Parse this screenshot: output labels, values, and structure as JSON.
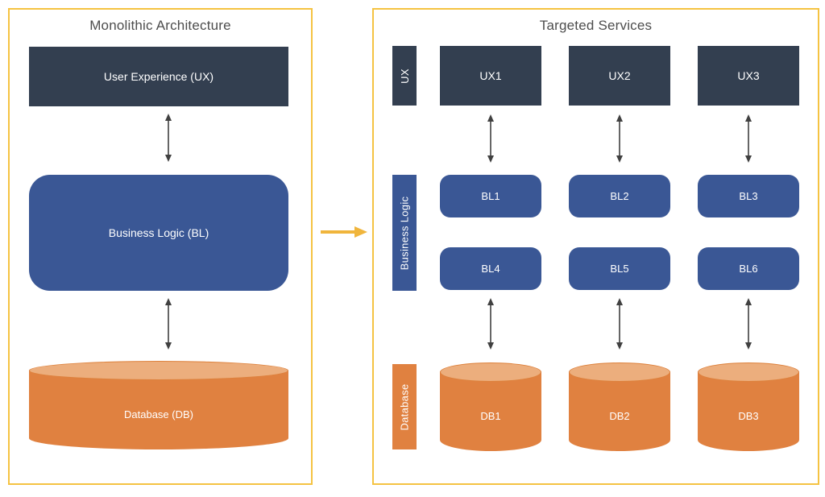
{
  "colors": {
    "panel_border_gold": "#F5C342",
    "transform_arrow_gold": "#F0B53C",
    "ux_dark_navy": "#333F50",
    "bl_blue": "#3A5795",
    "db_orange": "#E08140",
    "db_orange_light_top": "#ECAE7D",
    "connector_arrow_dark": "#404040",
    "title_text": "#4D4D4D",
    "box_text": "#FFFFFF"
  },
  "left_panel": {
    "title": "Monolithic Architecture",
    "ux_box": "User Experience (UX)",
    "bl_box": "Business Logic (BL)",
    "db_cylinder": "Database (DB)"
  },
  "transform_arrow": "right-arrow",
  "right_panel": {
    "title": "Targeted Services",
    "row_labels": {
      "ux": "UX",
      "bl": "Business Logic",
      "db": "Database"
    },
    "ux_services": [
      "UX1",
      "UX2",
      "UX3"
    ],
    "bl_services_row1": [
      "BL1",
      "BL2",
      "BL3"
    ],
    "bl_services_row2": [
      "BL4",
      "BL5",
      "BL6"
    ],
    "db_services": [
      "DB1",
      "DB2",
      "DB3"
    ]
  }
}
